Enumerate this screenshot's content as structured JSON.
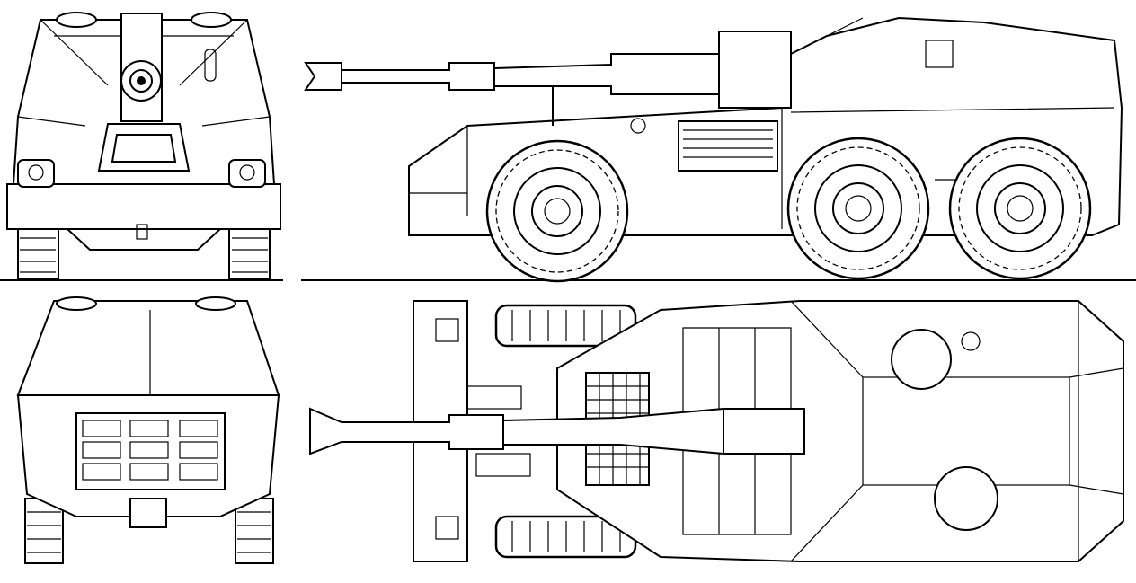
{
  "drawing": {
    "views": [
      "front-view",
      "side-view",
      "rear-view",
      "top-view"
    ],
    "colors": {
      "line": "#000000",
      "background": "#ffffff"
    }
  }
}
